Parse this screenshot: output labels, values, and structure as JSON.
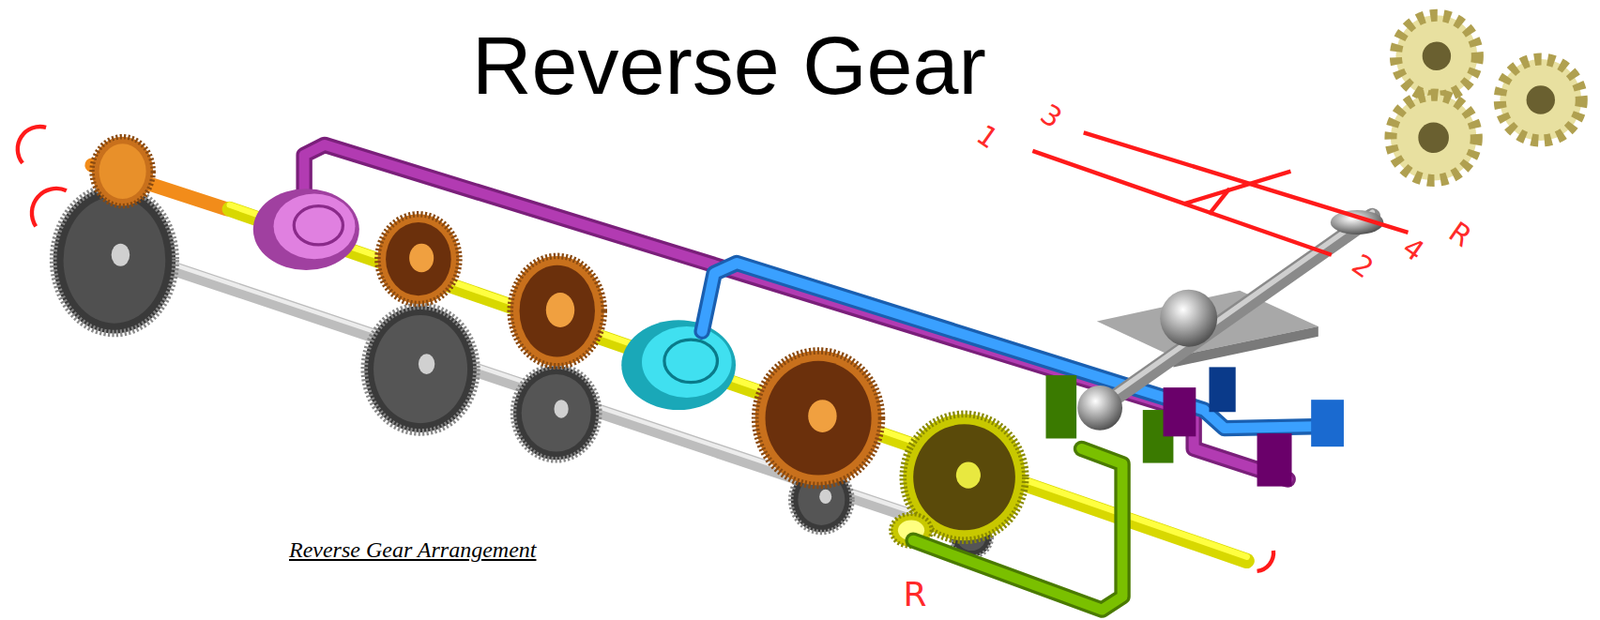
{
  "diagram": {
    "title": "Reverse Gear",
    "caption": "Reverse Gear Arrangement",
    "labels": [
      "1",
      "3",
      "2",
      "4",
      "R",
      "R"
    ]
  }
}
